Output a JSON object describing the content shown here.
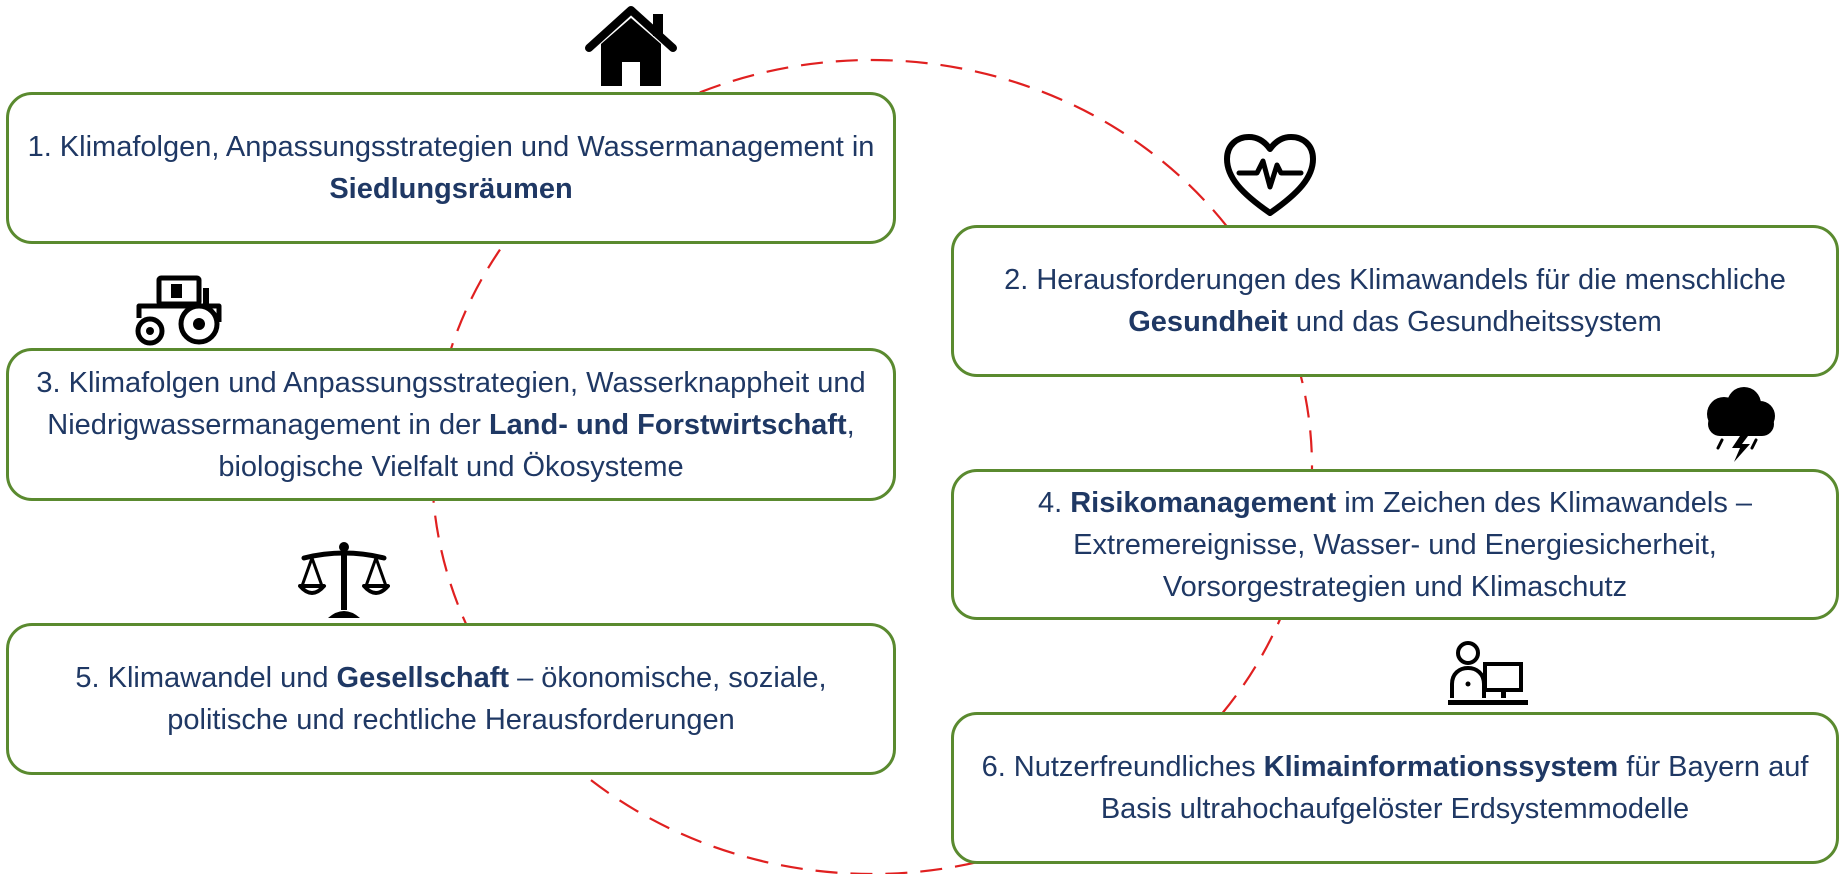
{
  "colors": {
    "text": "#1f3864",
    "border": "#5a8a2f",
    "ring": "#e02020",
    "icon": "#000000"
  },
  "topics": [
    {
      "before": "1. Klimafolgen, Anpassungsstrategien und Wassermanagement in ",
      "bold": "Siedlungsräumen",
      "after": "",
      "icon": "house-icon"
    },
    {
      "before": "2. Herausforderungen des Klimawandels für die menschliche ",
      "bold": "Gesundheit",
      "after": " und das Gesundheitssystem",
      "icon": "heart-pulse-icon"
    },
    {
      "before": "3. Klimafolgen und Anpassungsstrategien, Wasserknappheit und Niedrigwassermanagement in der ",
      "bold": "Land- und Forstwirtschaft",
      "after": ", biologische Vielfalt und Ökosysteme",
      "icon": "tractor-icon"
    },
    {
      "before": "4. ",
      "bold": "Risikomanagement",
      "after": " im Zeichen des Klimawandels – Extremereignisse, Wasser- und Energiesicherheit, Vorsorgestrategien und Klimaschutz",
      "icon": "storm-cloud-icon"
    },
    {
      "before": "5. Klimawandel und ",
      "bold": "Gesellschaft",
      "after": " – ökonomische, soziale, politische und rechtliche Herausforderungen",
      "icon": "scales-icon"
    },
    {
      "before": "6. Nutzerfreundliches ",
      "bold": "Klimainformationssystem",
      "after": " für Bayern auf Basis ultrahochaufgelöster Erdsystemmodelle",
      "icon": "person-computer-icon"
    }
  ]
}
